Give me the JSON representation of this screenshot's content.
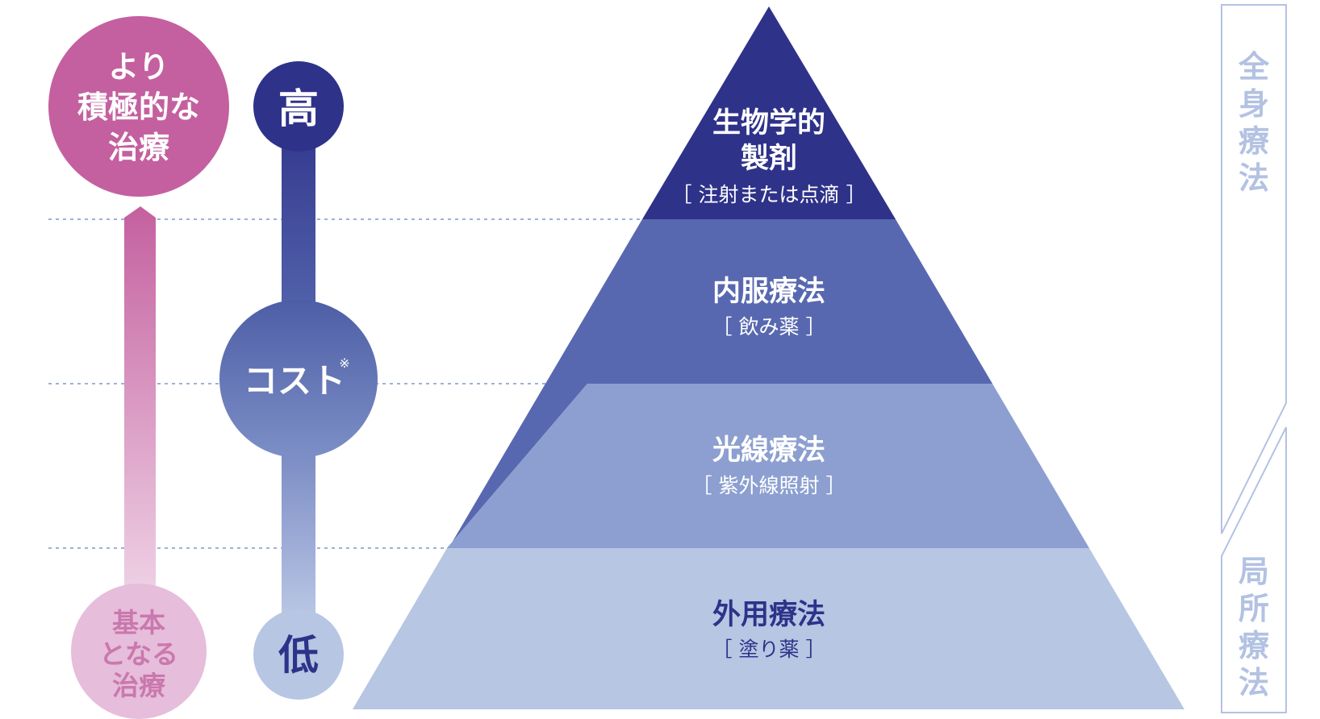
{
  "colors": {
    "navy": "#2e3289",
    "mid_blue": "#5868b0",
    "light_blue": "#8c9fd0",
    "pale_blue": "#b6c6e3",
    "magenta": "#c4609f",
    "pink": "#e6bddb",
    "border": "#b3c2e2",
    "dotted_line": "#9fb0d8"
  },
  "left": {
    "top_circle": {
      "line1": "より",
      "line2": "積極的な",
      "line3": "治療"
    },
    "bottom_circle": {
      "line1": "基本",
      "line2": "となる",
      "line3": "治療"
    }
  },
  "cost": {
    "high": "高",
    "label": "コスト",
    "note_mark": "※",
    "low": "低"
  },
  "pyramid": {
    "tiers": [
      {
        "title1": "生物学的",
        "title2": "製剤",
        "sub": "［ 注射または点滴 ］"
      },
      {
        "title1": "内服療法",
        "sub": "［ 飲み薬 ］"
      },
      {
        "title1": "光線療法",
        "sub": "［ 紫外線照射 ］"
      },
      {
        "title1": "外用療法",
        "sub": "［ 塗り薬 ］"
      }
    ]
  },
  "side": {
    "systemic": [
      "全",
      "身",
      "療",
      "法"
    ],
    "local": [
      "局",
      "所",
      "療",
      "法"
    ]
  }
}
